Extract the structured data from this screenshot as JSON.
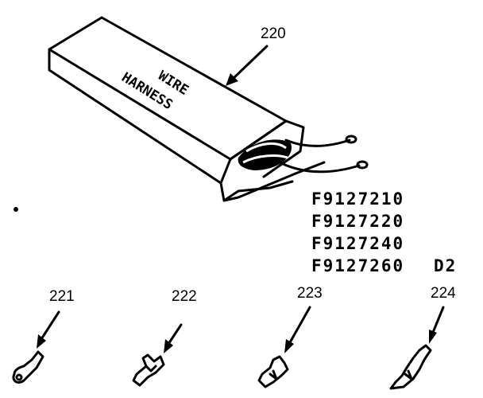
{
  "box": {
    "text_line_1": "WIRE",
    "text_line_2": "HARNESS",
    "callout": "220"
  },
  "part_numbers": [
    "F9127210",
    "F9127220",
    "F9127240",
    "F9127260"
  ],
  "drawing_code": "D2",
  "terminals": [
    {
      "callout": "221"
    },
    {
      "callout": "222"
    },
    {
      "callout": "223"
    },
    {
      "callout": "224"
    }
  ]
}
